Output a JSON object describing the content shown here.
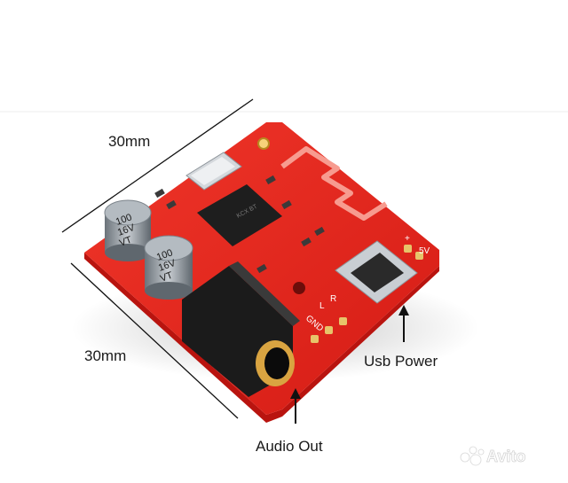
{
  "dimensions": {
    "width_label": "30mm",
    "length_label": "30mm"
  },
  "callouts": {
    "usb_power": "Usb Power",
    "audio_out": "Audio Out"
  },
  "board": {
    "capacitor_text": [
      "100",
      "16V",
      "VT"
    ],
    "silkscreen": [
      "5V",
      "+",
      "L",
      "R",
      "GND"
    ]
  },
  "watermark": {
    "text": "Avito"
  },
  "colors": {
    "pcb": "#e8231c",
    "pcb_edge": "#c41612",
    "capacitor": "#9aa3ab",
    "jack": "#1b1b1b",
    "connector": "#b8bec4",
    "accent_gold": "#d9a441"
  }
}
